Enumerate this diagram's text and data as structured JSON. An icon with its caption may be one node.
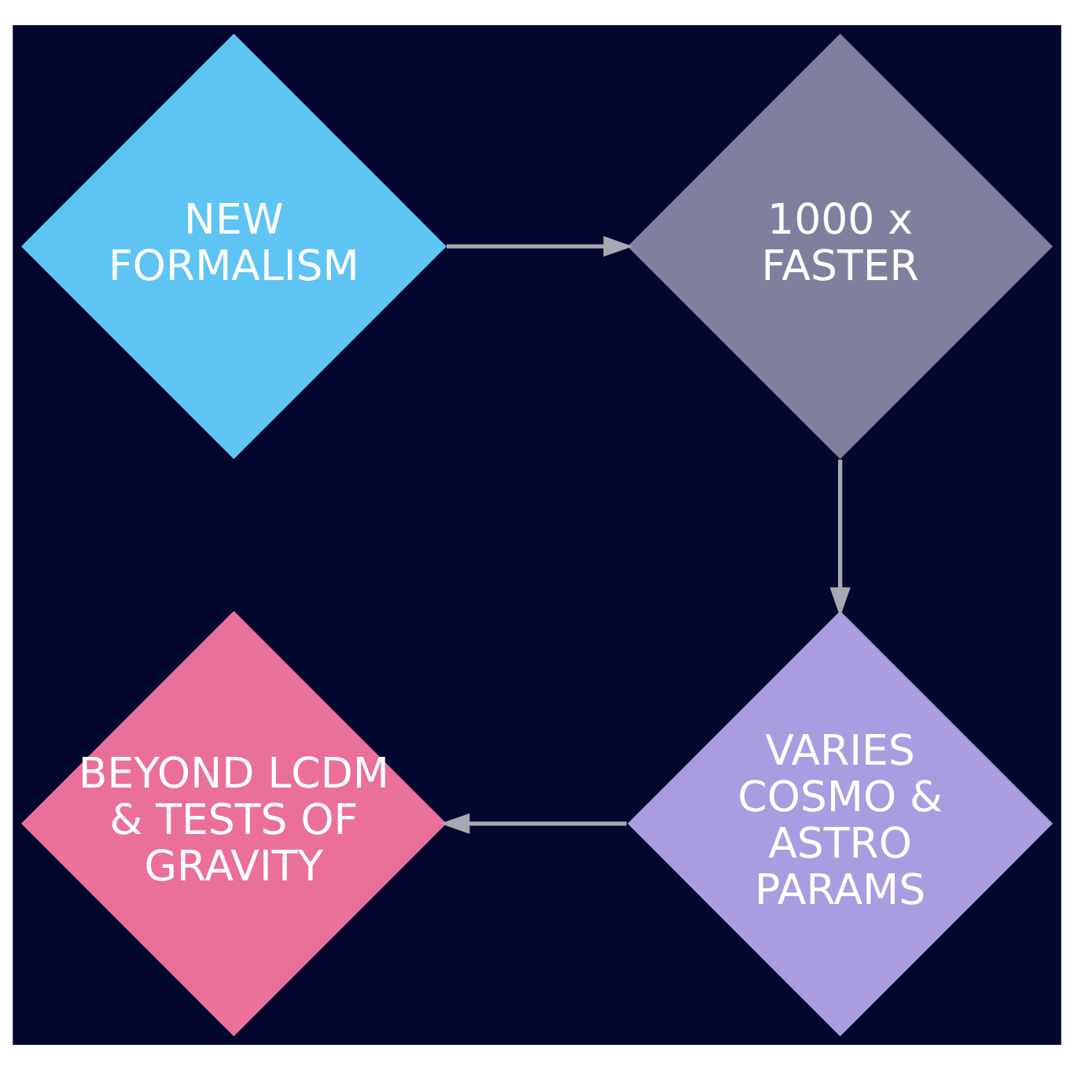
{
  "diagram": {
    "nodes": [
      {
        "text": [
          "NEW FORMALISM"
        ]
      },
      {
        "text": [
          "1000 x FASTER"
        ]
      },
      {
        "text": [
          "BEYOND LCDM & TESTS OF GRAVITY"
        ]
      },
      {
        "text": [
          "VARIES COSMO & ASTRO PARAMS"
        ]
      }
    ],
    "edges": [
      {
        "from": 0,
        "to": 1,
        "arrow": "to"
      },
      {
        "from": 1,
        "to": 3,
        "arrow": "to"
      },
      {
        "from": 3,
        "to": 2,
        "arrow": "to"
      }
    ]
  }
}
